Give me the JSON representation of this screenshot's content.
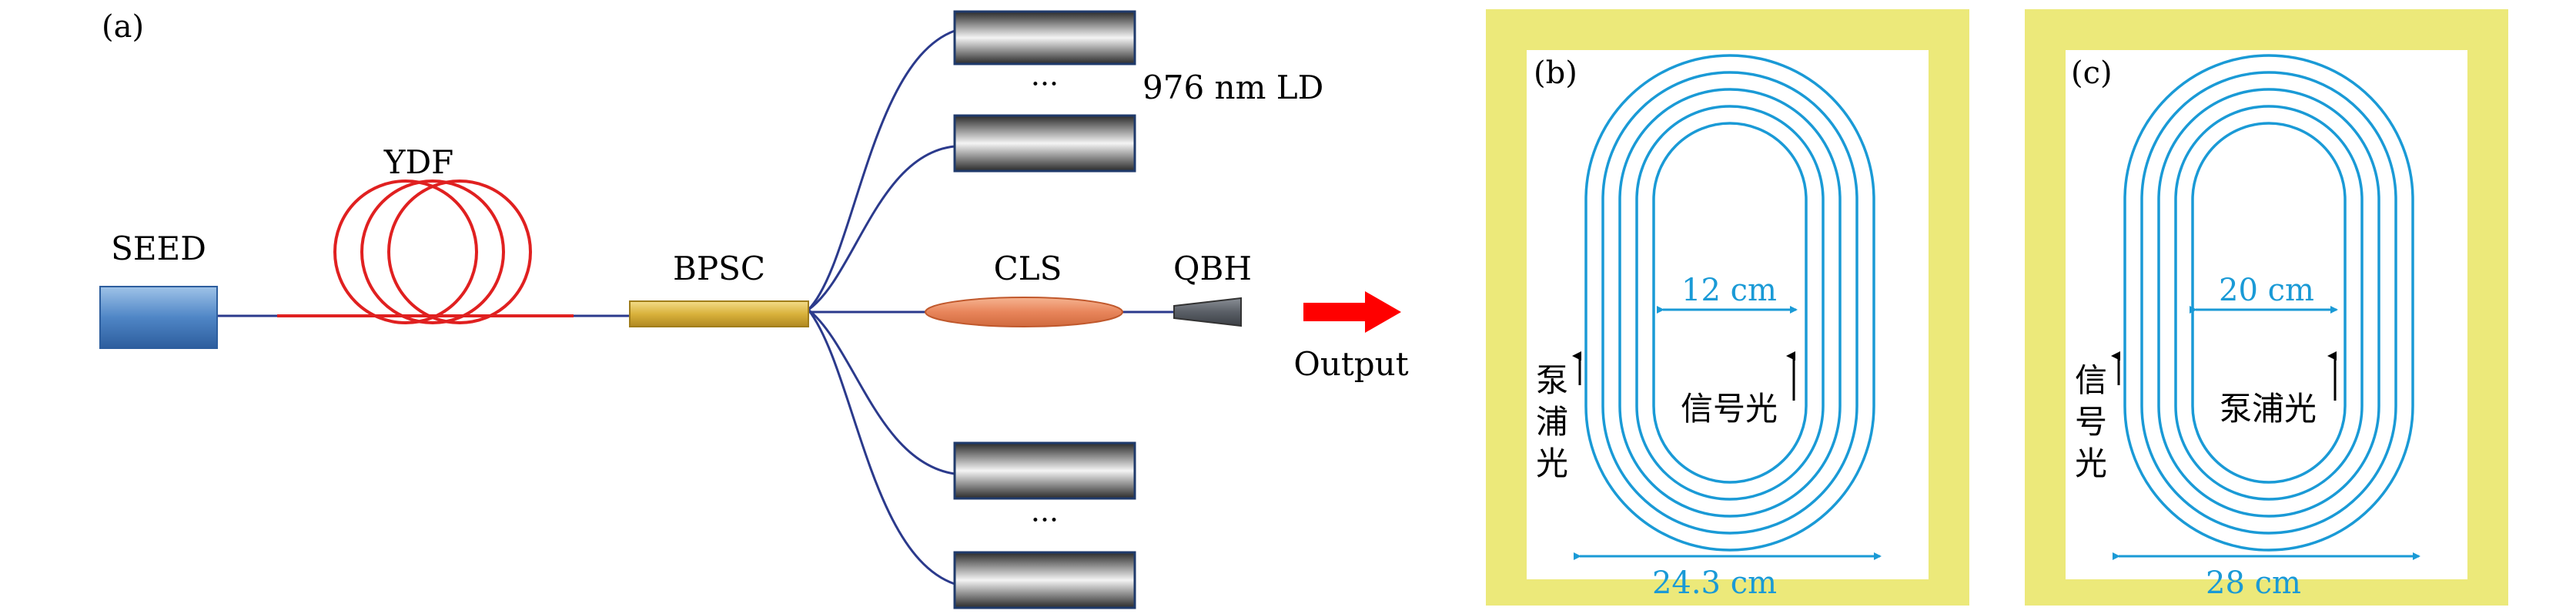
{
  "panel_a": {
    "label": "(a)",
    "seed": "SEED",
    "ydf": "YDF",
    "bpsc": "BPSC",
    "cls": "CLS",
    "qbh": "QBH",
    "output": "Output",
    "ld": "976 nm LD",
    "ellipsis_top": "···",
    "ellipsis_bottom": "···"
  },
  "panel_b": {
    "label": "(b)",
    "inner_dim": "12 cm",
    "outer_dim": "24.3 cm",
    "left_label": [
      "泵",
      "浦",
      "光"
    ],
    "center_label": "信号光"
  },
  "panel_c": {
    "label": "(c)",
    "inner_dim": "20 cm",
    "outer_dim": "28 cm",
    "left_label": [
      "信",
      "号",
      "光"
    ],
    "center_label": "泵浦光"
  },
  "colors": {
    "fiber_blue": "#2b3a8c",
    "ydf_red": "#e02020",
    "coil_blue": "#1a9ad6",
    "plate_yellow": "#ece97a",
    "arrow_red": "#ff0000",
    "dim_blue": "#1a9ad6"
  }
}
